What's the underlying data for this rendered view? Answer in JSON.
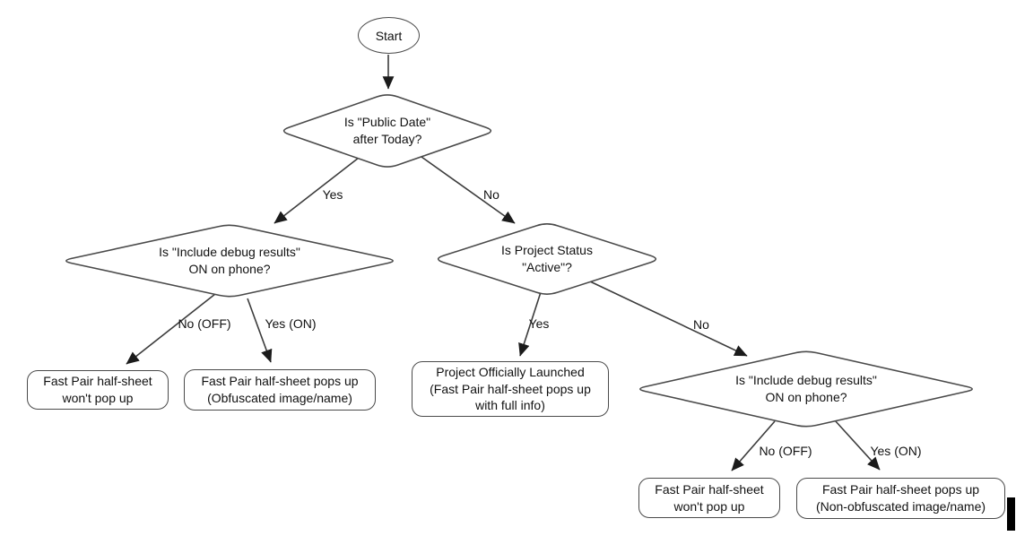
{
  "flowchart": {
    "colors": {
      "stroke": "#4a4a4a",
      "arrow": "#3c3c3c",
      "text": "#111111",
      "background": "#ffffff"
    },
    "nodes": {
      "start": "Start",
      "decision_public_date": "Is \"Public Date\"\nafter Today?",
      "decision_debug_left": "Is \"Include debug results\"\nON on phone?",
      "decision_project_status": "Is Project Status\n\"Active\"?",
      "decision_debug_right": "Is \"Include debug results\"\nON on phone?",
      "outcome_no_popup_left": "Fast Pair half-sheet\nwon't pop up",
      "outcome_obfuscated": "Fast Pair half-sheet pops up\n(Obfuscated image/name)",
      "outcome_launched": "Project Officially Launched\n(Fast Pair half-sheet pops up\nwith full info)",
      "outcome_no_popup_right": "Fast Pair half-sheet\nwon't pop up",
      "outcome_non_obfuscated": "Fast Pair half-sheet pops up\n(Non-obfuscated image/name)"
    },
    "edge_labels": {
      "yes_top": "Yes",
      "no_top": "No",
      "no_off_left": "No (OFF)",
      "yes_on_left": "Yes (ON)",
      "yes_mid": "Yes",
      "no_mid": "No",
      "no_off_right": "No (OFF)",
      "yes_on_right": "Yes (ON)"
    }
  }
}
